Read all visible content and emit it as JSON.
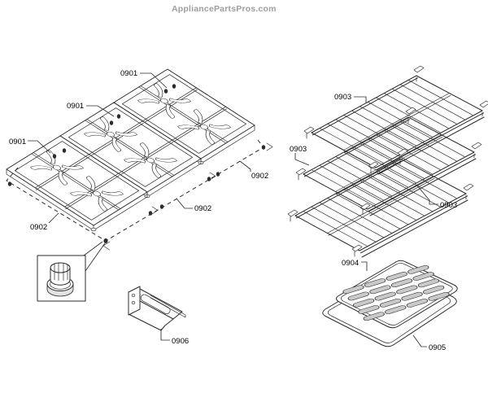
{
  "watermark": {
    "text": "AppliancePartsPros.com"
  },
  "callouts": {
    "c0901_top": "0901",
    "c0901_mid": "0901",
    "c0901_left": "0901",
    "c0902_right": "0902",
    "c0902_mid": "0902",
    "c0902_left": "0902",
    "c0903_top": "0903",
    "c0903_left": "0903",
    "c0903_bottom": "0903",
    "c0904": "0904",
    "c0905": "0905",
    "c0906": "0906"
  },
  "colors": {
    "ink": "#2b2b2b",
    "label": "#000000",
    "watermark": "#9e9e9e",
    "background": "#ffffff",
    "slot_fill": "#c9c9c9"
  }
}
